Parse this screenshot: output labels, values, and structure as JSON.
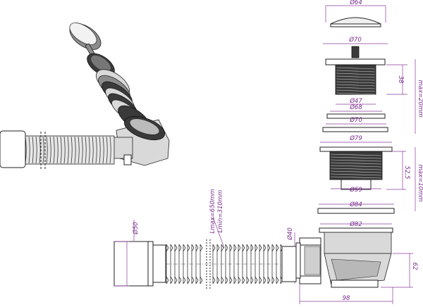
{
  "dimensions": {
    "cap_diameter": "Ø64",
    "flange_diameter": "Ø70",
    "body_height": "38",
    "thread_diameter": "Ø47",
    "max_height_upper": "max=20mm",
    "ring1_diameter": "Ø68",
    "ring2_diameter": "Ø70",
    "flange2_diameter": "Ø79",
    "height_52": "52,5",
    "max_height_lower": "max=10mm",
    "thread2_diameter": "Ø59",
    "gasket_diameter": "Ø84",
    "body_diameter": "Ø82",
    "outlet_diameter": "Ø40",
    "hose_end_diameter": "Ø50",
    "siphon_height": "62",
    "siphon_width": "98",
    "hose_lmin": "Lmin=310mm",
    "hose_lmax": "Lmax=650mm"
  },
  "colors": {
    "dimension": "#7a2e8e",
    "outline": "#222222",
    "dark_part": "#3a3a3a"
  }
}
